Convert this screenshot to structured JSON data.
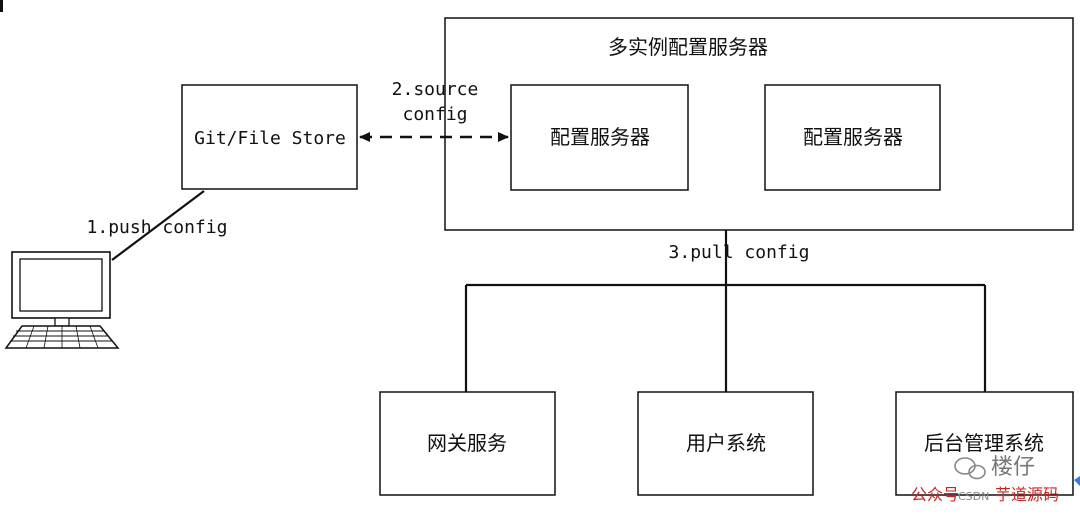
{
  "diagram": {
    "cluster_title": "多实例配置服务器",
    "git_store": "Git/File Store",
    "config_server_1": "配置服务器",
    "config_server_2": "配置服务器",
    "step1": "1.push config",
    "step2_line1": "2.source",
    "step2_line2": "config",
    "step3": "3.pull config",
    "service_gateway": "网关服务",
    "service_user": "用户系统",
    "service_admin": "后台管理系统"
  },
  "watermark": {
    "name": "楼仔",
    "account_label": "公众号",
    "csdn": "CSDN",
    "handle": "芋道源码"
  },
  "colors": {
    "line": "#111111",
    "watermark_red": "#d62020",
    "watermark_gray": "#888888"
  },
  "icons": [
    "computer-icon",
    "wechat-icon"
  ]
}
